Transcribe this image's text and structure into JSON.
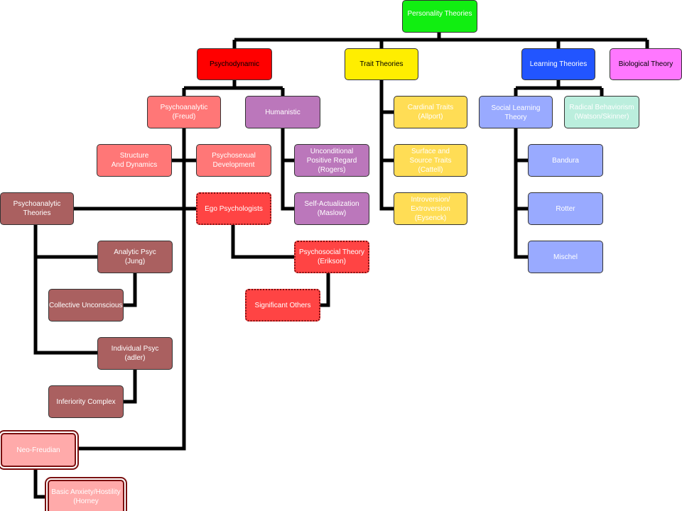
{
  "colors": {
    "green": "#11ee11",
    "red": "#ff0000",
    "yellow": "#ffee00",
    "blue": "#2255ff",
    "pink": "#ff77ff",
    "salmon": "#ff7777",
    "purple": "#bb77bb",
    "gold": "#ffdd55",
    "light_blue": "#99aaff",
    "teal": "#bbeedd",
    "brown": "#aa6060",
    "bright_red": "#ff4444",
    "light_pink": "#ffaaaa",
    "line": "#000000"
  },
  "nodes": {
    "root": "Personality Theories",
    "psychodynamic": "Psychodynamic",
    "trait": "Trait Theories",
    "learning": "Learning Theories",
    "biological": "Biological Theory",
    "psychoanalytic_freud": "Psychoanalytic\n(Freud)",
    "humanistic": "Humanistic",
    "structure": "Structure\nAnd Dynamics",
    "psychosexual": "Psychosexual\nDevelopment",
    "unconditional": "Unconditional\nPositive Regard\n(Rogers)",
    "self_actualization": "Self-Actualization\n(Maslow)",
    "psychoanalytic_theories": "Psychoanalytic\nTheories",
    "ego": "Ego Psychologists",
    "psychosocial": "Psychosocial Theory\n(Erikson)",
    "significant": "Significant Others",
    "analytic": "Analytic Psyc\n(Jung)",
    "collective": "Collective Unconscious",
    "individual": "Individual Psyc\n(adler)",
    "inferiority": "Inferiority Complex",
    "neo": "Neo-Freudian",
    "basic": "Basic Anxiety/Hostility\n(Horney",
    "cardinal": "Cardinal Traits\n(Allport)",
    "surface": "Surface and\nSource Traits\n(Cattell)",
    "introversion": "Introversion/\nExtroversion\n(Eysenck)",
    "social": "Social Learning\nTheory",
    "radical": "Radical Behaviorism\n(Watson/Skinner)",
    "bandura": "Bandura",
    "rotter": "Rotter",
    "mischel": "Mischel"
  }
}
